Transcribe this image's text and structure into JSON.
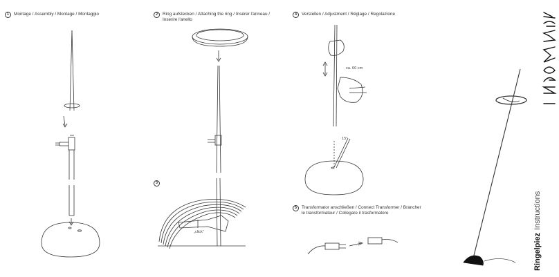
{
  "steps": [
    {
      "num": "1",
      "label": "Montage / Assembly / Montage / Montaggio"
    },
    {
      "num": "2",
      "label_line1": "Ring aufstecken / Attaching the ring / Insérer l'anneau /",
      "label_line2": "Inserire l'anello"
    },
    {
      "num": "3"
    },
    {
      "num": "4",
      "label": "Verstellen / Adjustment / Réglage / Regolazione"
    },
    {
      "num": "5",
      "label_line1": "Transformator anschließen / Connect Transformer / Brancher",
      "label_line2": "le transformateur / Collegare il trasformatore"
    }
  ],
  "notes": {
    "click": "„click“",
    "height": "ca. 60 cm",
    "angle": "15°"
  },
  "side": {
    "product": "Ringelpiez",
    "doc_type": "Instructions",
    "brand": "INGO MAURER"
  }
}
